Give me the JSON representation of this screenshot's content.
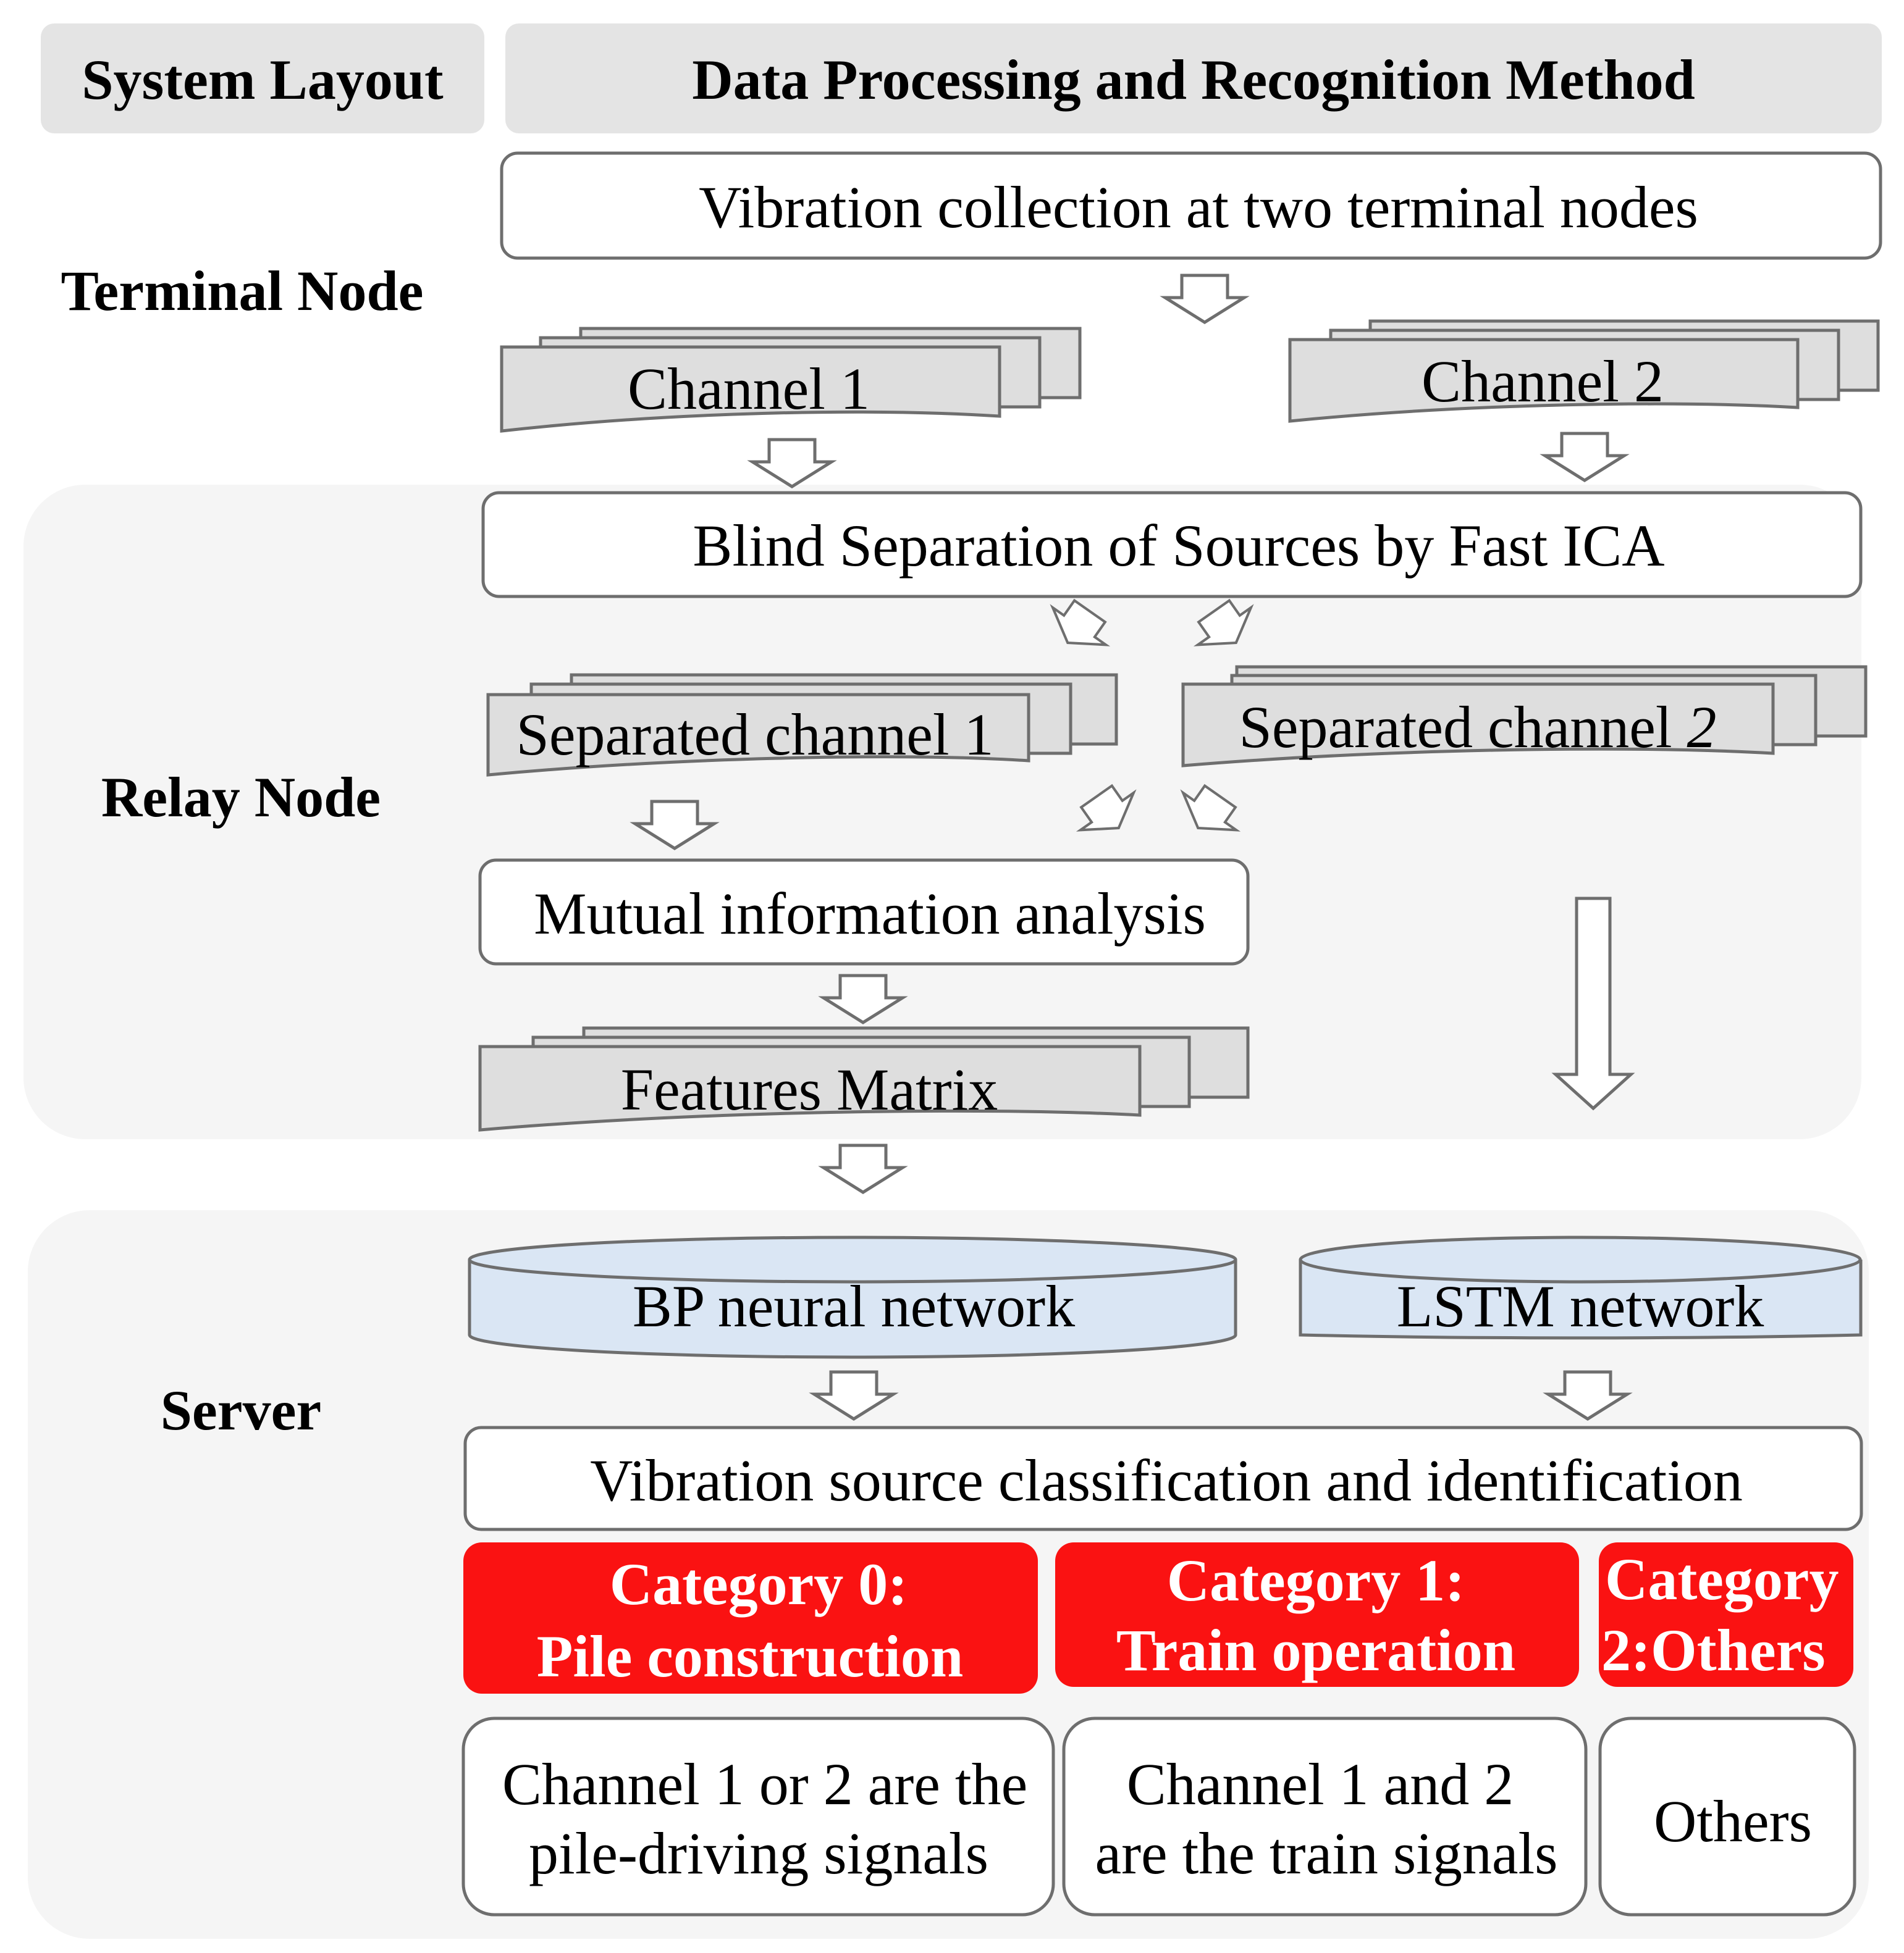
{
  "headers": {
    "system_layout": "System Layout",
    "method": "Data Processing and Recognition Method"
  },
  "sections": {
    "terminal": "Terminal Node",
    "relay": "Relay Node",
    "server": "Server"
  },
  "steps": {
    "collection": "Vibration collection at two terminal nodes",
    "channel1": "Channel 1",
    "channel2": "Channel 2",
    "ica": "Blind Separation of Sources by Fast ICA",
    "sep1": "Separated channel 1",
    "sep2_prefix": "Separated channel ",
    "sep2_number": "2",
    "mutual": "Mutual information analysis",
    "features": "Features Matrix",
    "bp": "BP neural network",
    "lstm": "LSTM network",
    "classify": "Vibration source classification and identification"
  },
  "categories": [
    {
      "line1": "Category 0:",
      "line2": "Pile construction",
      "desc1": "Channel 1 or 2 are the",
      "desc2": "pile-driving signals"
    },
    {
      "line1": "Category 1:",
      "line2": "Train operation",
      "desc1": "Channel 1 and 2",
      "desc2": "are the train signals"
    },
    {
      "line1": "Category",
      "line2": "2:Others",
      "desc1": "Others",
      "desc2": ""
    }
  ],
  "colors": {
    "header_bg": "#e4e4e4",
    "section_bg": "#f5f5f5",
    "doc_fill": "#dedede",
    "db_fill": "#dae6f4",
    "category_red": "#fa1212",
    "stroke": "#6e6e6e"
  }
}
